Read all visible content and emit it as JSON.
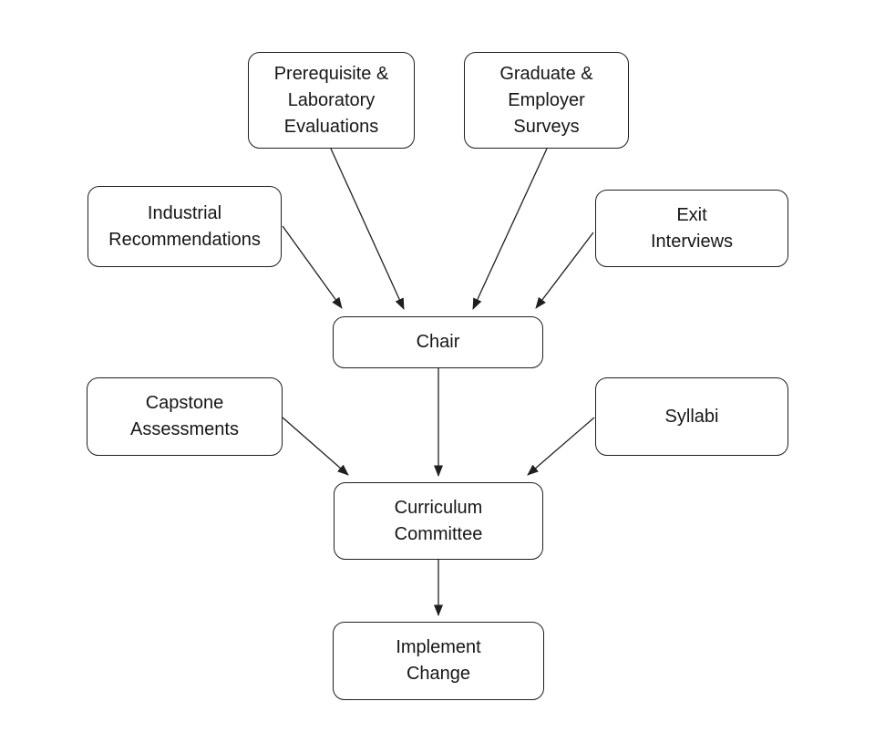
{
  "diagram": {
    "type": "flowchart",
    "background_color": "#ffffff",
    "stroke_color": "#1f1f1f",
    "text_color": "#161616",
    "nodes": {
      "prereq": {
        "label": "Prerequisite &\nLaboratory\nEvaluations"
      },
      "graduate": {
        "label": "Graduate &\nEmployer\nSurveys"
      },
      "industrial": {
        "label": "Industrial\nRecommendations"
      },
      "exit": {
        "label": "Exit\nInterviews"
      },
      "chair": {
        "label": "Chair"
      },
      "capstone": {
        "label": "Capstone\nAssessments"
      },
      "syllabi": {
        "label": "Syllabi"
      },
      "curriculum": {
        "label": "Curriculum\nCommittee"
      },
      "implement": {
        "label": "Implement\nChange"
      }
    },
    "edges": [
      {
        "from": "industrial",
        "to": "chair"
      },
      {
        "from": "prereq",
        "to": "chair"
      },
      {
        "from": "graduate",
        "to": "chair"
      },
      {
        "from": "exit",
        "to": "chair"
      },
      {
        "from": "capstone",
        "to": "curriculum"
      },
      {
        "from": "chair",
        "to": "curriculum"
      },
      {
        "from": "syllabi",
        "to": "curriculum"
      },
      {
        "from": "curriculum",
        "to": "implement"
      }
    ]
  }
}
